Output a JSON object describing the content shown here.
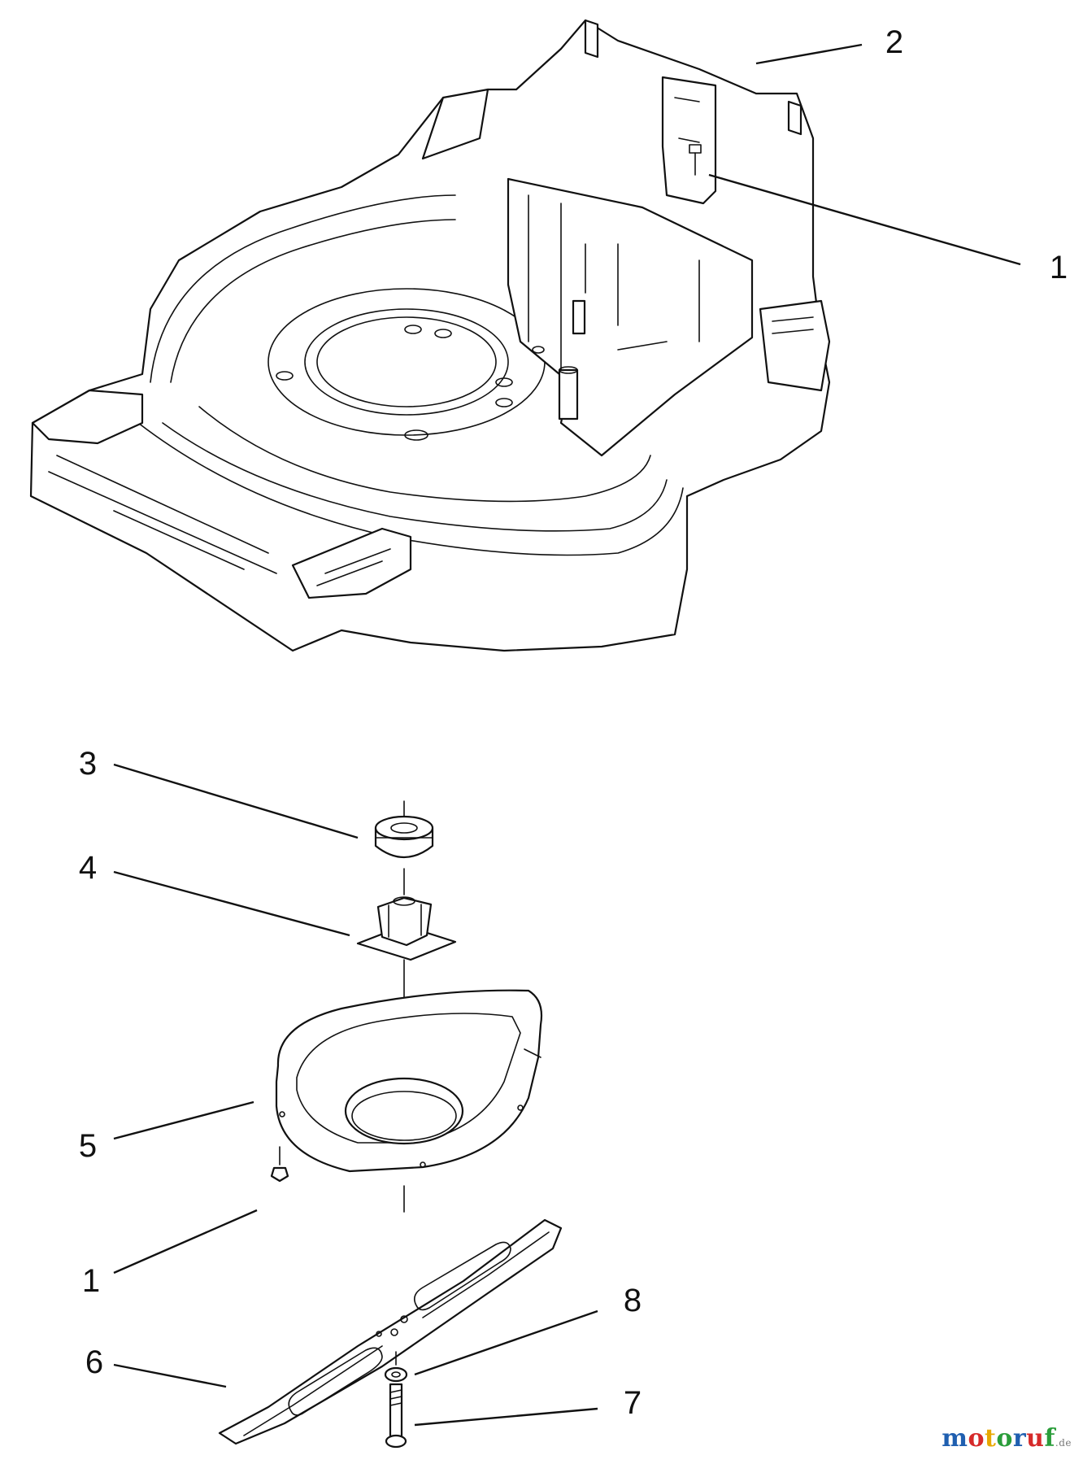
{
  "callouts": [
    {
      "id": "c2-top",
      "label": "2"
    },
    {
      "id": "c1-top",
      "label": "1"
    },
    {
      "id": "c3",
      "label": "3"
    },
    {
      "id": "c4",
      "label": "4"
    },
    {
      "id": "c5",
      "label": "5"
    },
    {
      "id": "c1-bottom",
      "label": "1"
    },
    {
      "id": "c8",
      "label": "8"
    },
    {
      "id": "c6",
      "label": "6"
    },
    {
      "id": "c7",
      "label": "7"
    }
  ],
  "watermark": {
    "text": "motoruf",
    "suffix": ".de",
    "colors": [
      "#1f5fb0",
      "#d62a2a",
      "#e8a800",
      "#2a9d3a",
      "#1f5fb0",
      "#d62a2a",
      "#2a9d3a"
    ]
  },
  "parts": {
    "housing": "mower-deck-housing-icon",
    "bearing": "bearing-icon",
    "adapter": "blade-adapter-icon",
    "baffle": "baffle-plate-icon",
    "blade": "blade-icon",
    "washer": "washer-icon",
    "bolt": "bolt-icon",
    "screw": "screw-icon"
  }
}
